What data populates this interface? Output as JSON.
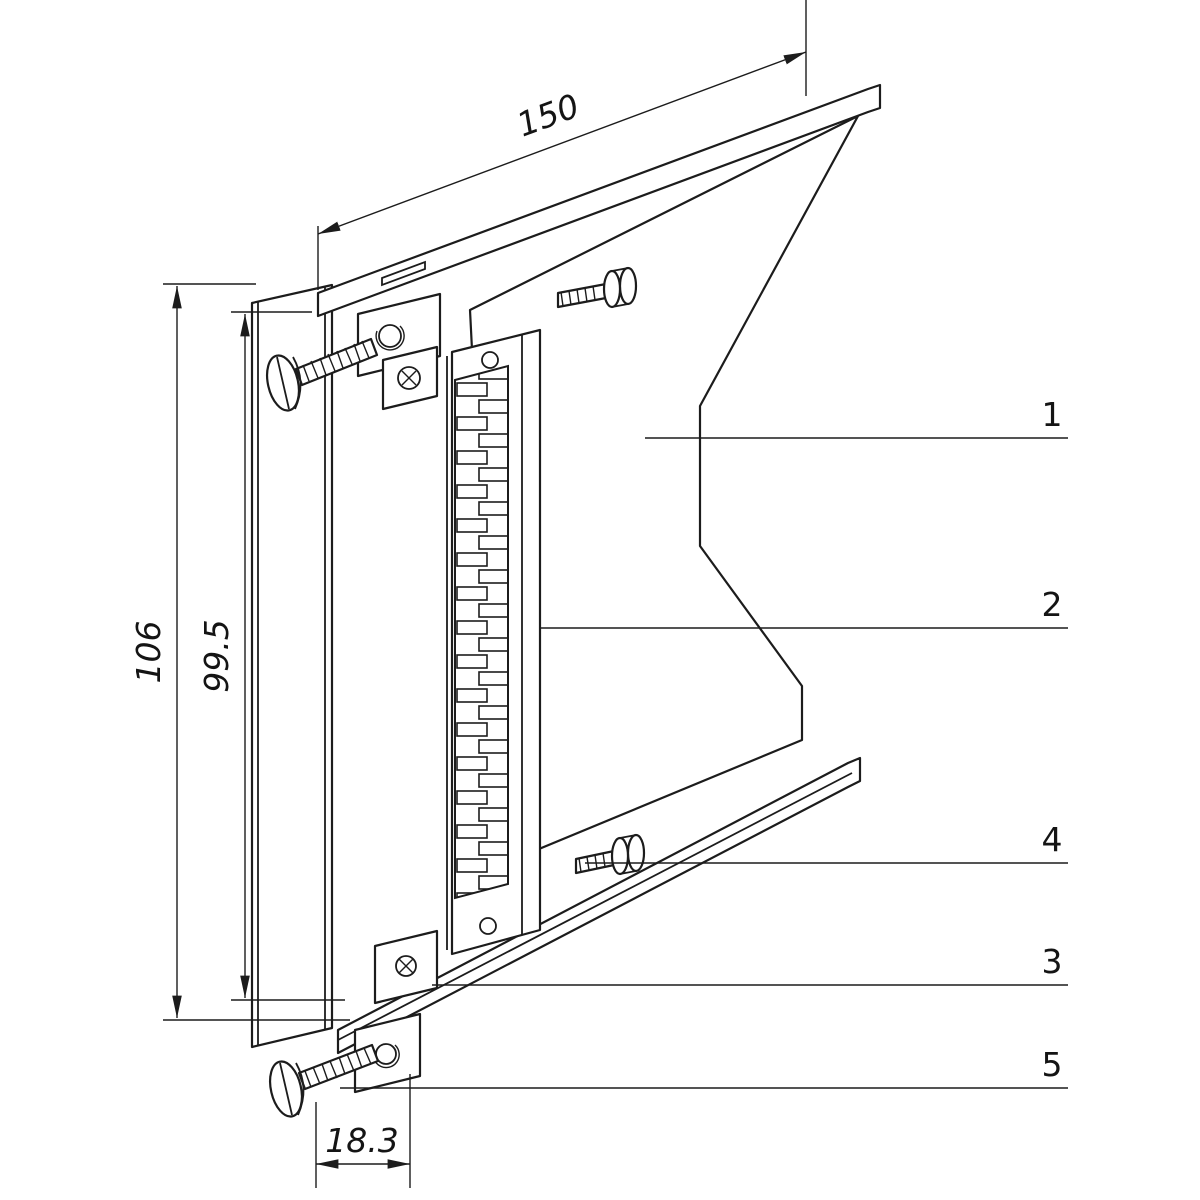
{
  "page": {
    "background": "#ffffff",
    "line_color": "#1c1c1c"
  },
  "drawing": {
    "type": "technical-assembly-drawing",
    "dimensions": {
      "top_length": "150",
      "outer_height": "106",
      "inner_height": "99.5",
      "bottom_depth": "18.3"
    },
    "callouts": [
      {
        "label": "1"
      },
      {
        "label": "2"
      },
      {
        "label": "4"
      },
      {
        "label": "3"
      },
      {
        "label": "5"
      }
    ]
  }
}
